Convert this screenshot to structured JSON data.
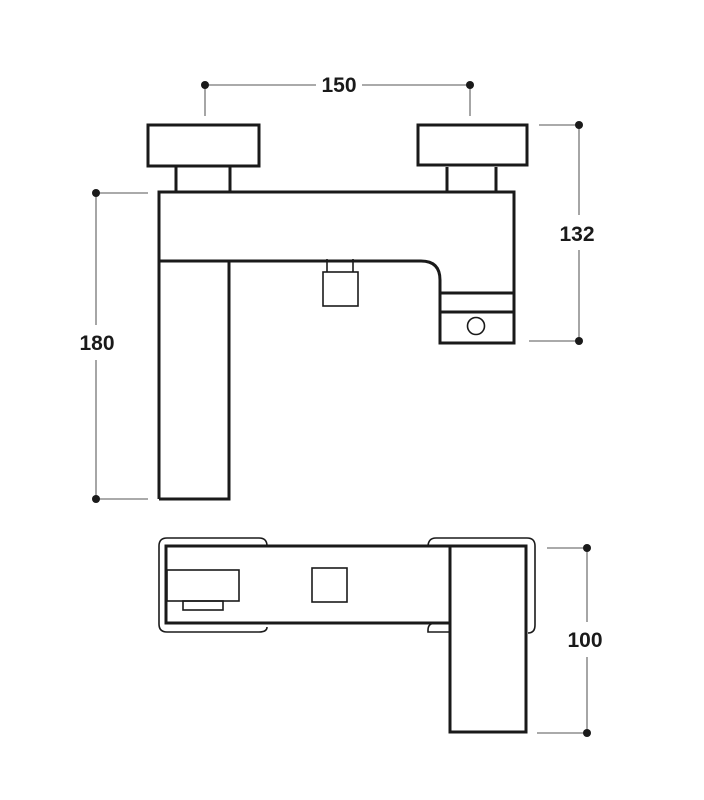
{
  "diagram": {
    "type": "technical-drawing",
    "subject": "bath shower mixer tap",
    "views": [
      {
        "name": "front-view"
      },
      {
        "name": "top-view"
      }
    ],
    "dimensions": {
      "handle_spacing": {
        "value": "150",
        "orientation": "horizontal"
      },
      "total_height": {
        "value": "180",
        "orientation": "vertical"
      },
      "body_height": {
        "value": "132",
        "orientation": "vertical"
      },
      "depth": {
        "value": "100",
        "orientation": "vertical"
      }
    },
    "colors": {
      "line": "#1a1a1a",
      "dimension_line": "#777777",
      "background": "#ffffff"
    }
  }
}
